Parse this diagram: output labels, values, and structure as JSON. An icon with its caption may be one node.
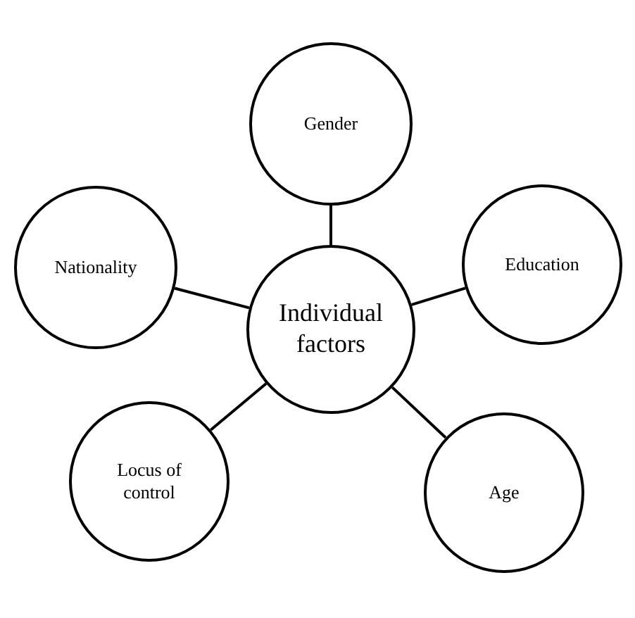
{
  "diagram": {
    "nodes": [
      {
        "text": [
          "Individual factors"
        ]
      },
      {
        "text": [
          "Gender"
        ]
      },
      {
        "text": [
          "Education"
        ]
      },
      {
        "text": [
          "Age"
        ]
      },
      {
        "text": [
          "Locus of control"
        ]
      },
      {
        "text": [
          "Nationality"
        ]
      }
    ],
    "edges": [
      {
        "from": 0,
        "to": 1,
        "arrow": "none"
      },
      {
        "from": 0,
        "to": 2,
        "arrow": "none"
      },
      {
        "from": 0,
        "to": 3,
        "arrow": "none"
      },
      {
        "from": 0,
        "to": 4,
        "arrow": "none"
      },
      {
        "from": 0,
        "to": 5,
        "arrow": "none"
      }
    ]
  }
}
